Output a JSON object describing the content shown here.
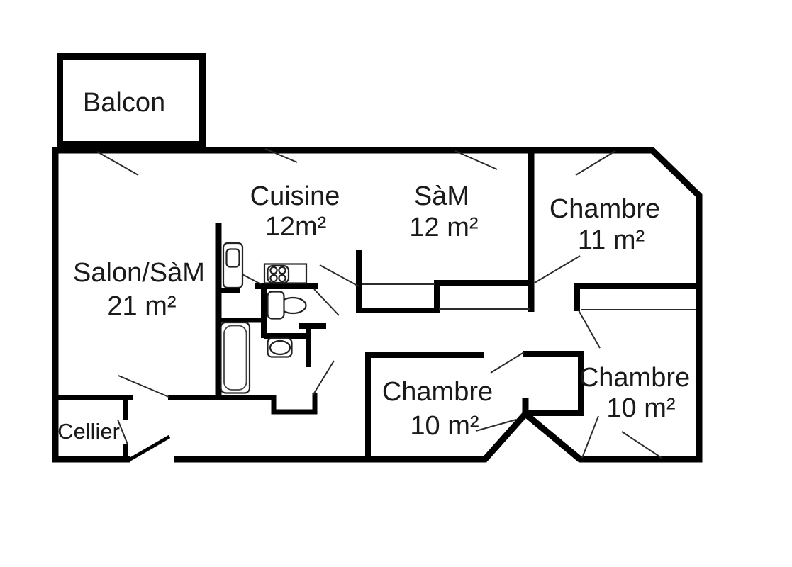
{
  "plan": {
    "title_hint": "apartment-floor-plan",
    "colors": {
      "wall": "#000000",
      "background": "#ffffff",
      "text": "#1a1a1a"
    },
    "balcony": {
      "label": "Balcon"
    },
    "rooms": [
      {
        "id": "salon",
        "name": "Salon/SàM",
        "area": "21 m²"
      },
      {
        "id": "cuisine",
        "name": "Cuisine",
        "area": "12m²"
      },
      {
        "id": "sam",
        "name": "SàM",
        "area": "12 m²"
      },
      {
        "id": "chambre11",
        "name": "Chambre",
        "area": "11 m²"
      },
      {
        "id": "chambre10-mid",
        "name": "Chambre",
        "area": "10 m²"
      },
      {
        "id": "chambre10-right",
        "name": "Chambre",
        "area": "10 m²"
      },
      {
        "id": "cellier",
        "name": "Cellier"
      }
    ],
    "fixtures": [
      {
        "name": "refrigerator-icon"
      },
      {
        "name": "stove-icon"
      },
      {
        "name": "toilet-icon"
      },
      {
        "name": "sink-icon"
      },
      {
        "name": "bathtub-icon"
      }
    ]
  }
}
